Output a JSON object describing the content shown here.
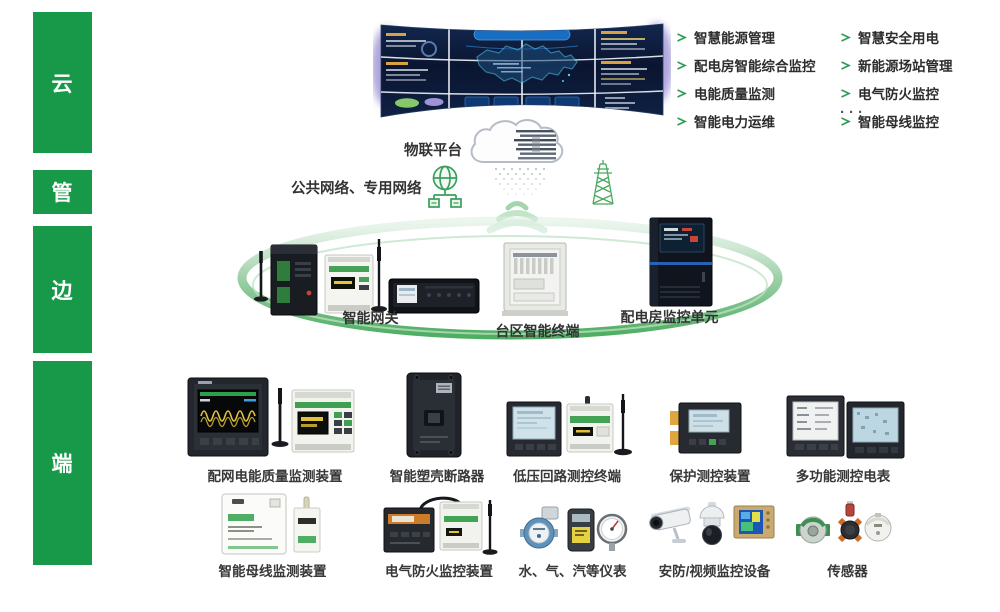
{
  "layers": {
    "items": [
      {
        "label": "云"
      },
      {
        "label": "管"
      },
      {
        "label": "边"
      },
      {
        "label": "端"
      }
    ]
  },
  "features": {
    "column1": [
      "智慧能源管理",
      "配电房智能综合监控",
      "电能质量监测",
      "智能电力运维"
    ],
    "column2": [
      "智慧安全用电",
      "新能源场站管理",
      "电气防火监控",
      "智能母线监控"
    ],
    "more": "···"
  },
  "platform": {
    "label": "物联平台"
  },
  "network": {
    "label": "公共网络、专用网络"
  },
  "edge_devices": {
    "gateway": "智能网关",
    "district_terminal": "台区智能终端",
    "room_monitor": "配电房监控单元"
  },
  "terminals": {
    "row1": [
      "配网电能质量监测装置",
      "智能塑壳断路器",
      "低压回路测控终端",
      "保护测控装置",
      "多功能测控电表"
    ],
    "row2": [
      "智能母线监测装置",
      "电气防火监控装置",
      "水、气、汽等仪表",
      "安防/视频监控设备",
      "传感器"
    ]
  },
  "colors": {
    "brand_green": "#18994a",
    "arrow_green": "#2f9e57",
    "ring_green": "#4fae63",
    "wall_navy": "#0c1a38",
    "accent_cyan": "#52c8ec",
    "text": "#333333"
  }
}
